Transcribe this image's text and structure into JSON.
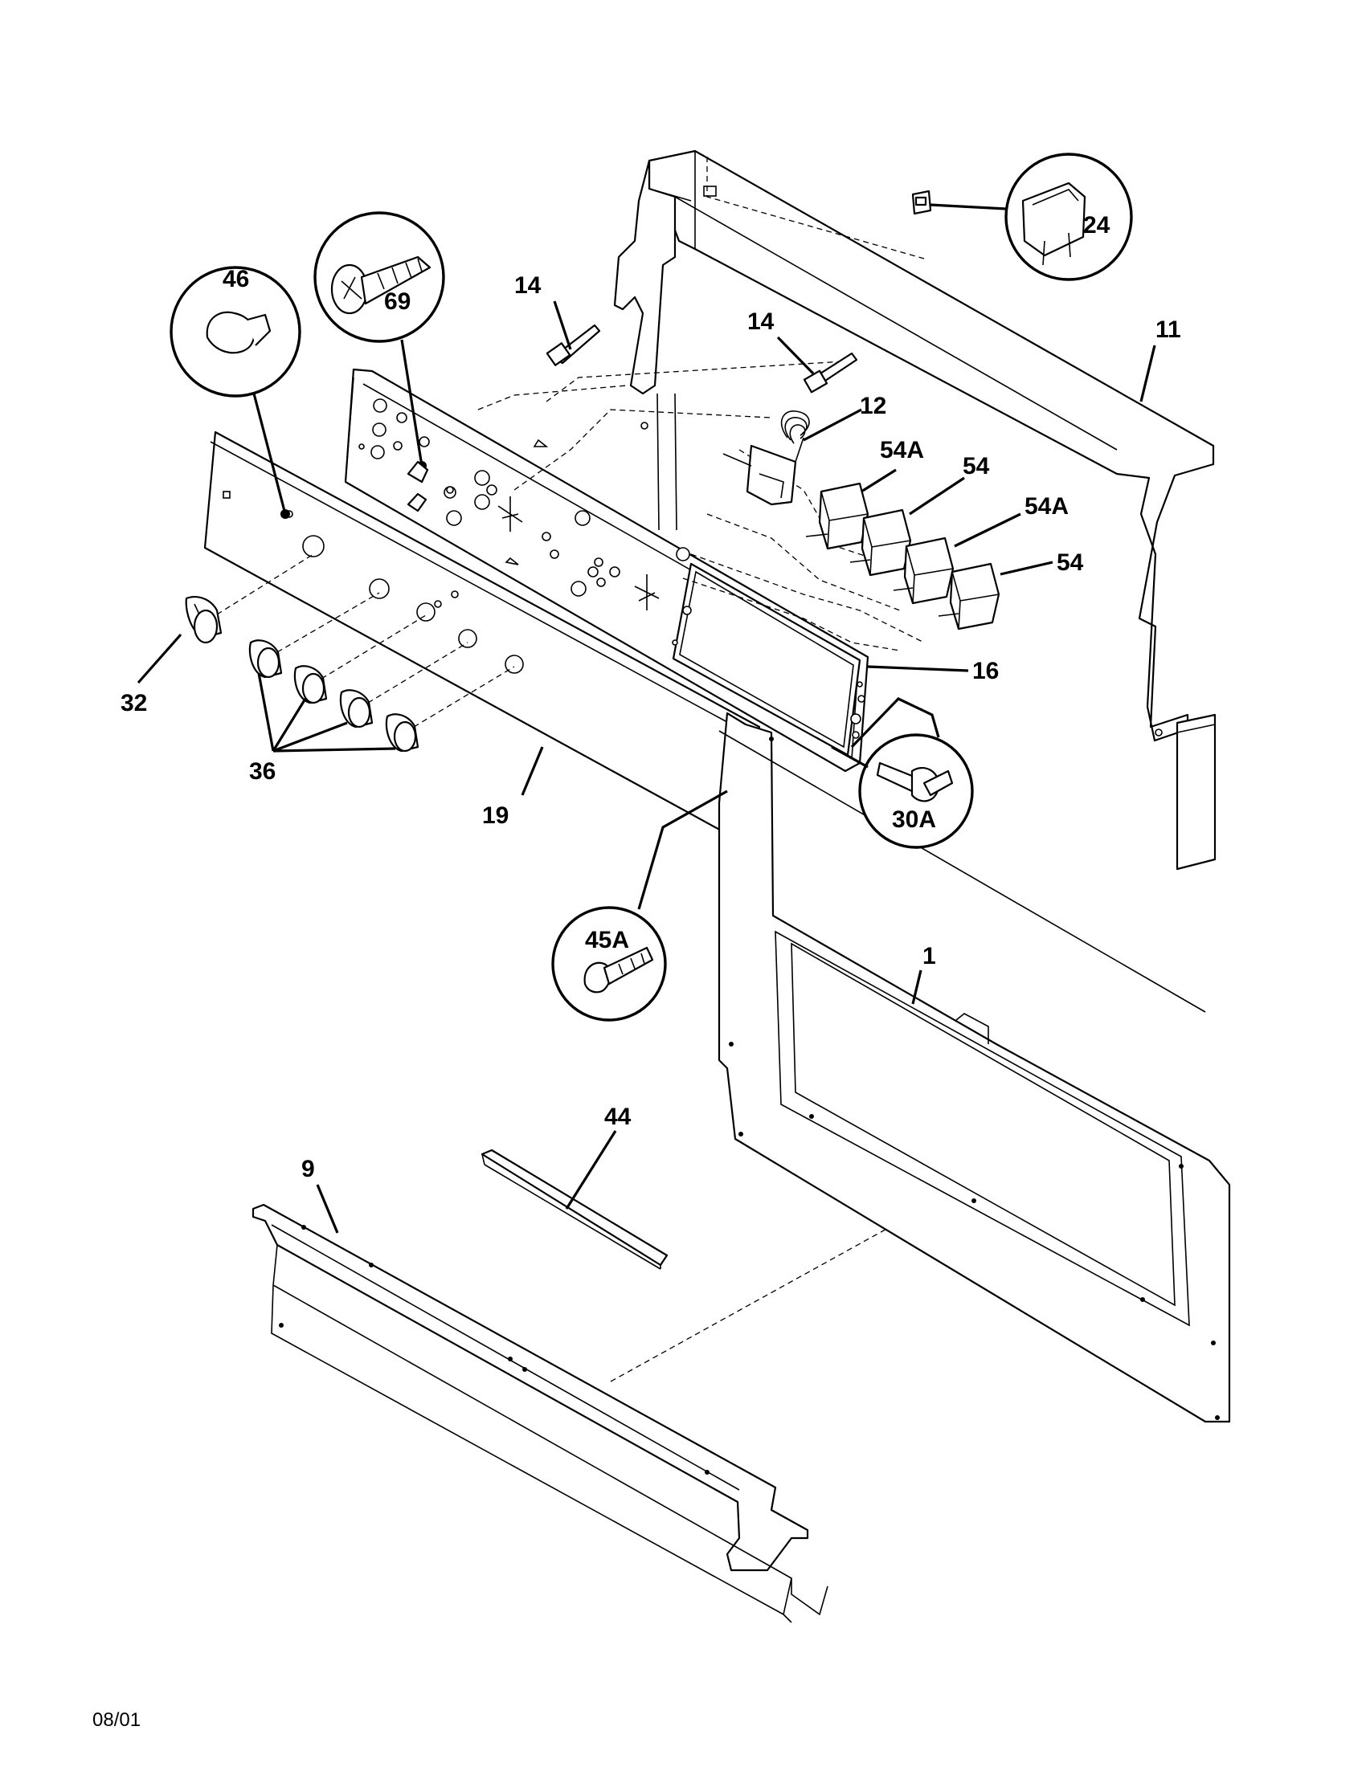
{
  "diagram": {
    "footer_date": "08/01",
    "labels": {
      "p1": "1",
      "p9": "9",
      "p11": "11",
      "p12": "12",
      "p14a": "14",
      "p14b": "14",
      "p16": "16",
      "p19": "19",
      "p24": "24",
      "p30a": "30A",
      "p32": "32",
      "p36": "36",
      "p44": "44",
      "p45a": "45A",
      "p46": "46",
      "p54a_1": "54A",
      "p54_1": "54",
      "p54a_2": "54A",
      "p54_2": "54",
      "p69": "69"
    }
  }
}
